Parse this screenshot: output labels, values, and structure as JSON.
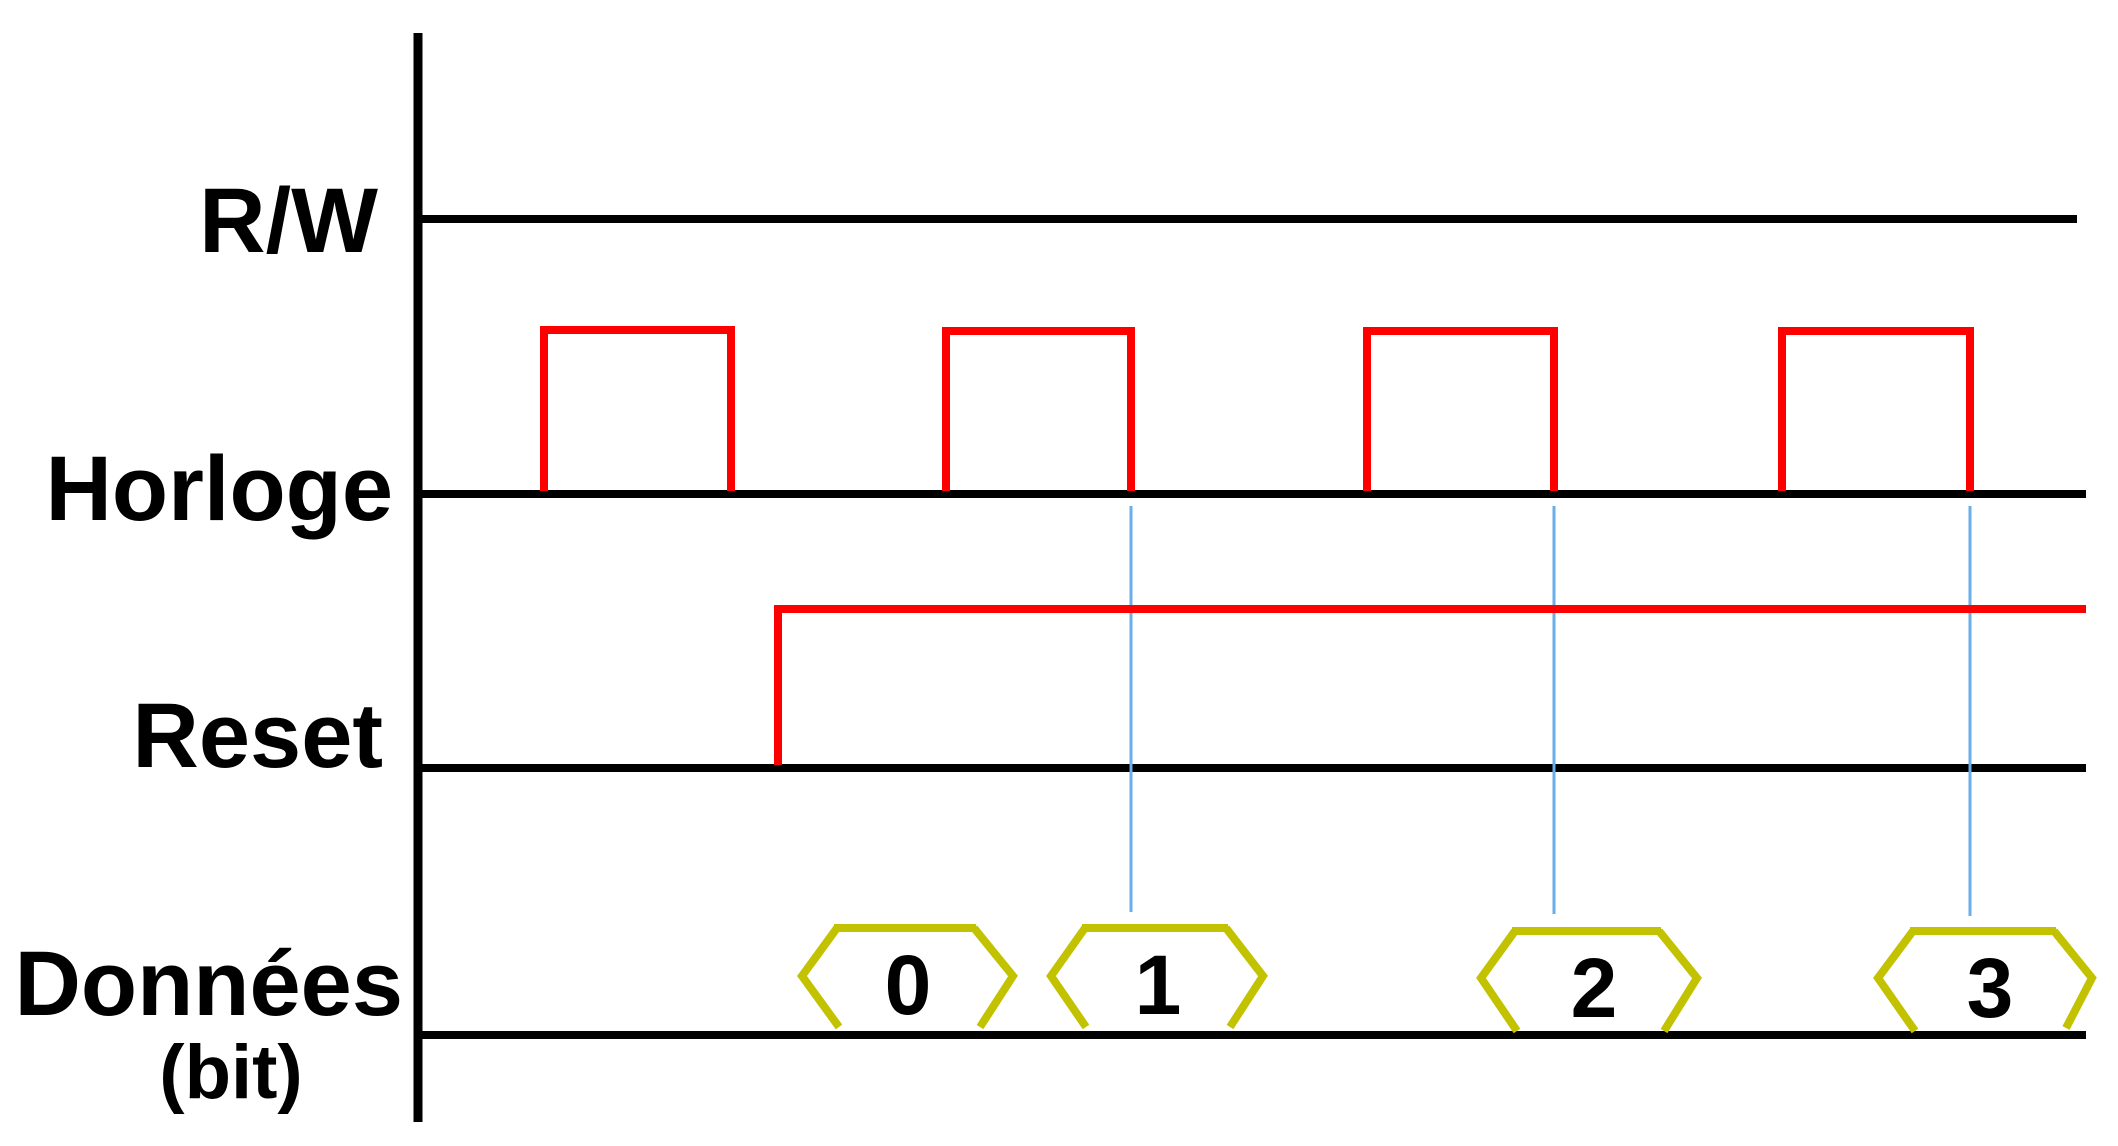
{
  "signals": {
    "rw": {
      "label": "R/W"
    },
    "clock": {
      "label": "Horloge"
    },
    "reset": {
      "label": "Reset"
    },
    "data": {
      "label": "Données",
      "sublabel": "(bit)"
    }
  },
  "data_bits": [
    {
      "label": "0"
    },
    {
      "label": "1"
    },
    {
      "label": "2"
    },
    {
      "label": "3"
    }
  ],
  "colors": {
    "axis": "#000000",
    "clock_and_reset": "#ff0000",
    "sample_markers": "#6aaeea",
    "data_cells": "#c2c200"
  }
}
